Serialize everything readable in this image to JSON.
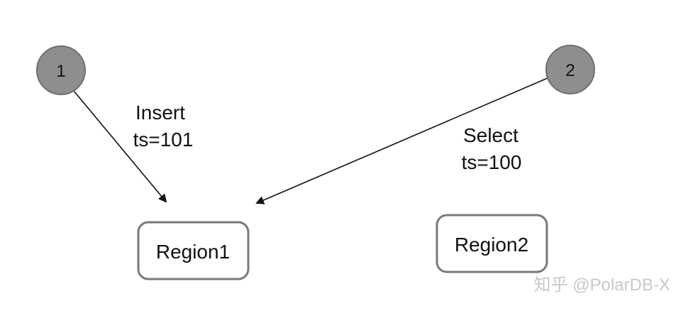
{
  "nodes": [
    {
      "id": "node-1",
      "label": "1"
    },
    {
      "id": "node-2",
      "label": "2"
    }
  ],
  "regions": [
    {
      "id": "region-1",
      "label": "Region1"
    },
    {
      "id": "region-2",
      "label": "Region2"
    }
  ],
  "edges": [
    {
      "from": "node-1",
      "to": "region-1",
      "label_line1": "Insert",
      "label_line2": "ts=101"
    },
    {
      "from": "node-2",
      "to": "region-1",
      "label_line1": "Select",
      "label_line2": "ts=100"
    }
  ],
  "watermark": "知乎 @PolarDB-X",
  "colors": {
    "node_fill": "#8e8e8e",
    "node_stroke": "#6f6f6f",
    "region_stroke": "#7a7a7a",
    "arrow": "#111111",
    "watermark": "#c8c8c8"
  }
}
